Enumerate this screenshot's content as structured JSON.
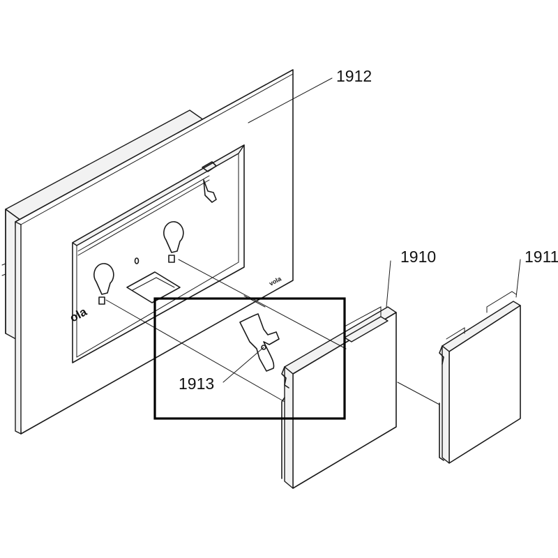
{
  "diagram": {
    "labels": {
      "plate": "1912",
      "cover_front": "1910",
      "cover_rear": "1911",
      "clip": "1913"
    },
    "brand_mark": "vola",
    "brand_mark_partial": "ola"
  }
}
